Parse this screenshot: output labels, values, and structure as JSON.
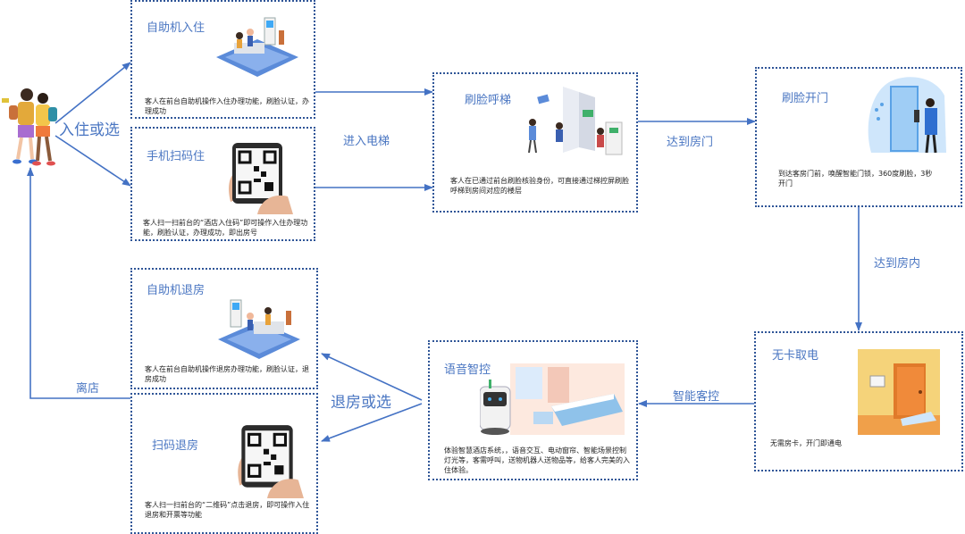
{
  "nodes": {
    "kiosk_checkin": {
      "title": "自助机入住",
      "desc": "客人在前台自助机操作入住办理功能，刷脸认证，办理成功"
    },
    "mobile_scan_checkin": {
      "title": "手机扫码住",
      "desc": "客人扫一扫前台的“酒店入住码”即可操作入住办理功能，刷脸认证，办理成功，即出房号"
    },
    "face_elevator": {
      "title": "刷脸呼梯",
      "desc": "客人在已通过前台刷脸核验身份，可直接通过梯控屏刷脸呼梯到房间对应的楼层"
    },
    "face_door": {
      "title": "刷脸开门",
      "desc": "到达客房门前，唤醒智能门锁，360度刷脸，3秒开门"
    },
    "cardless_power": {
      "title": "无卡取电",
      "desc": "无需房卡，开门即通电"
    },
    "voice_control": {
      "title": "语音智控",
      "desc": "体验智慧酒店系统，，语音交互、电动窗帘、智能场景控制灯光等，客需呼叫，送物机器人送物品等，给客人完美的入住体验。"
    },
    "kiosk_checkout": {
      "title": "自助机退房",
      "desc": "客人在前台自助机操作退房办理功能，刷脸认证，退房成功"
    },
    "scan_checkout": {
      "title": "扫码退房",
      "desc": "客人扫一扫前台的“二维码”点击退房，即可操作入住退房和开票等功能"
    }
  },
  "edges": {
    "checkin_choice": "入住或选",
    "enter_elevator": "进入电梯",
    "reach_door": "达到房门",
    "reach_room": "达到房内",
    "smart_control": "智能客控",
    "checkout_choice": "退房或选",
    "leave_hotel": "离店"
  },
  "colors": {
    "accent": "#4a76c2",
    "border": "#2f5597",
    "arrow": "#4472c4",
    "text": "#222222"
  }
}
